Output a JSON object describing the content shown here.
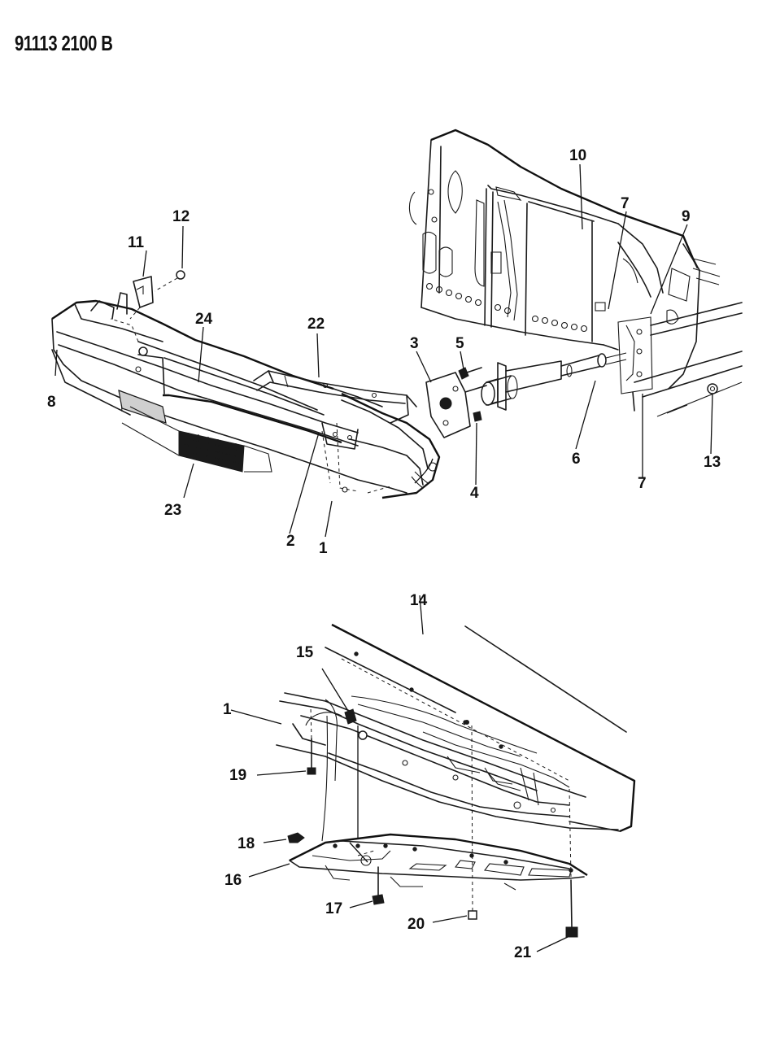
{
  "document_code": "91113 2100 B",
  "callouts": {
    "c1": "1",
    "c1b": "1",
    "c2": "2",
    "c3": "3",
    "c4": "4",
    "c5": "5",
    "c6": "6",
    "c7a": "7",
    "c7b": "7",
    "c8": "8",
    "c9": "9",
    "c10": "10",
    "c11": "11",
    "c12": "12",
    "c13": "13",
    "c14": "14",
    "c15": "15",
    "c16": "16",
    "c17": "17",
    "c18": "18",
    "c19": "19",
    "c20": "20",
    "c21": "21",
    "c22": "22",
    "c23": "23",
    "c24": "24"
  }
}
